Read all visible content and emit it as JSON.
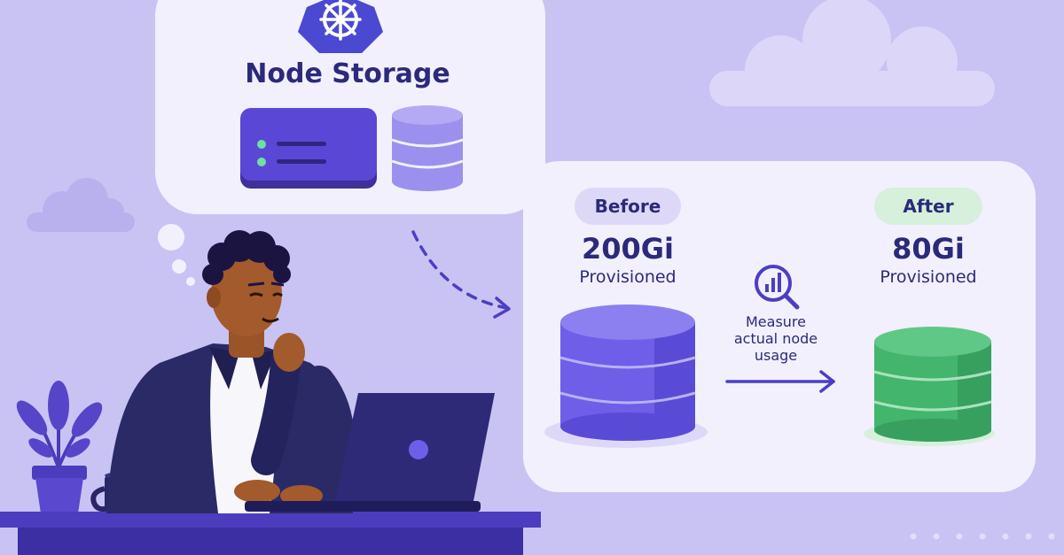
{
  "thought_bubble": {
    "title": "Node Storage",
    "icons": [
      "kubernetes-helm-icon",
      "server-box-icon",
      "database-cylinder-icon"
    ]
  },
  "comparison": {
    "before": {
      "badge": "Before",
      "amount": "200Gi",
      "caption": "Provisioned"
    },
    "after": {
      "badge": "After",
      "amount": "80Gi",
      "caption": "Provisioned"
    },
    "action": {
      "line1": "Measure",
      "line2": "actual node",
      "line3": "usage",
      "icon": "magnifier-chart-icon"
    }
  },
  "colors": {
    "background": "#c9c3f4",
    "card": "#f2f0fd",
    "before_db": "#6e5ee8",
    "after_db": "#43b56d",
    "accent_text": "#2b2a7a"
  }
}
